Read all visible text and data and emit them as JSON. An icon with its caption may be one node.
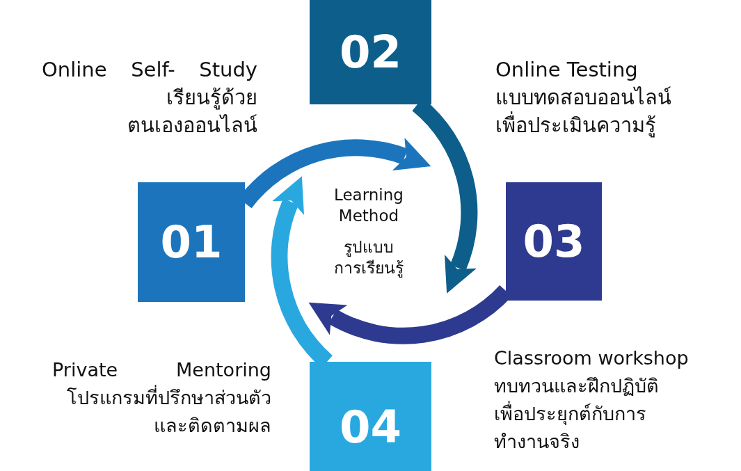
{
  "diagram": {
    "nodes": [
      {
        "text": [
          "01"
        ],
        "beside": [
          "Online Self- Study",
          "เรียนรู้ด้วยตนเองออนไลน์"
        ]
      },
      {
        "text": [
          "02"
        ],
        "beside": [
          "Online Testing",
          "แบบทดสอบออนไลน์เพื่อประเมินความรู้"
        ]
      },
      {
        "text": [
          "03"
        ],
        "beside": [
          "Classroom workshop",
          "ทบทวนและฝึกปฏิบัติเพื่อประยุกต์กับการทำงานจริง"
        ]
      },
      {
        "text": [
          "04"
        ],
        "beside": [
          "Private Mentoring",
          "โปรแกรมที่ปรึกษาส่วนตัวและติดตามผล"
        ]
      }
    ],
    "edges": [
      {
        "from": 0,
        "to": 1,
        "arrow": "to",
        "color": "#1c75bc"
      },
      {
        "from": 1,
        "to": 2,
        "arrow": "to",
        "color": "#0d5e8a"
      },
      {
        "from": 2,
        "to": 3,
        "arrow": "to",
        "color": "#2e3a8f"
      },
      {
        "from": 3,
        "to": 0,
        "arrow": "to",
        "color": "#29a8e0"
      }
    ],
    "labels": [
      "Learning Method",
      "รูปแบบการเรียนรู้"
    ]
  }
}
